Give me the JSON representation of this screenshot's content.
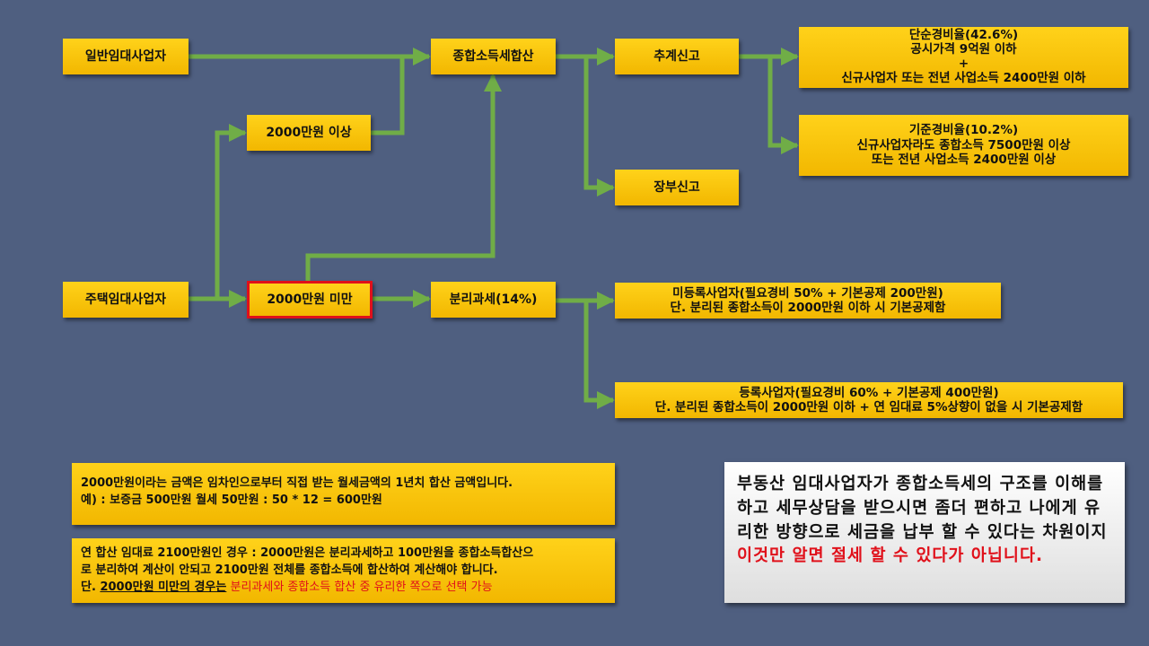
{
  "boxes": {
    "general": "일반임대사업자",
    "housing": "주택임대사업자",
    "over2000": "2000만원 이상",
    "under2000": "2000만원 미만",
    "comprehensive": "종합소득세합산",
    "estimate": "추계신고",
    "ledger": "장부신고",
    "separate": "분리과세(14%)",
    "simple": [
      "단순경비율(42.6%)",
      "공시가격 9억원 이하",
      "+",
      "신규사업자 또는 전년 사업소득 2400만원 이하"
    ],
    "standard": [
      "기준경비율(10.2%)",
      "신규사업자라도 종합소득 7500만원 이상",
      "또는 전년 사업소득 2400만원 이상"
    ],
    "unregistered": [
      "미등록사업자(필요경비 50% + 기본공제 200만원)",
      "단. 분리된 종합소득이 2000만원 이하 시 기본공제함"
    ],
    "registered": [
      "등록사업자(필요경비 60% + 기본공제 400만원)",
      "단. 분리된 종합소득이 2000만원 이하 + 연 임대료 5%상향이 없을 시 기본공제함"
    ]
  },
  "notes": {
    "note1": [
      "2000만원이라는 금액은 임차인으로부터 직접 받는 월세금액의 1년치 합산 금액입니다.",
      "예) : 보증금 500만원 월세 50만원 : 50 * 12 = 600만원"
    ],
    "note2_line1": "연 합산 임대료 2100만원인 경우 : 2000만원은 분리과세하고 100만원을 종합소득합산으",
    "note2_line2": "로 분리하여 계산이 안되고 2100만원 전체를 종합소득에 합산하여 계산해야 합니다.",
    "note2_prefix": "단. ",
    "note2_underlined": "2000만원 미만의 경우는",
    "note2_red": " 분리과세와 종합소득 합산 중 유리한 쪽으로 선택 가능"
  },
  "callout": {
    "text": "부동산 임대사업자가 종합소득세의 구조를 이해를 하고 세무상담을 받으시면 좀더 편하고 나에게 유리한 방향으로 세금을 납부 할 수 있다는 차원이지 ",
    "highlight": "이것만 알면 절세 할 수 있다가 아닙니다."
  },
  "colors": {
    "background": "#4f5f80",
    "box": "#ffc90e",
    "arrow": "#70ad47",
    "emphasis": "#e0101a"
  }
}
